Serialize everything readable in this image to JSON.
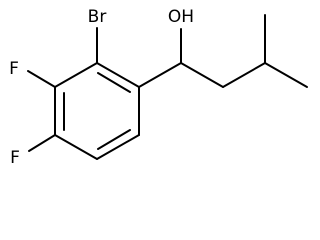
{
  "molecule": {
    "atom_labels": {
      "bromine": "Br",
      "hydroxyl": "OH",
      "fluorine_upper": "F",
      "fluorine_lower": "F"
    }
  }
}
